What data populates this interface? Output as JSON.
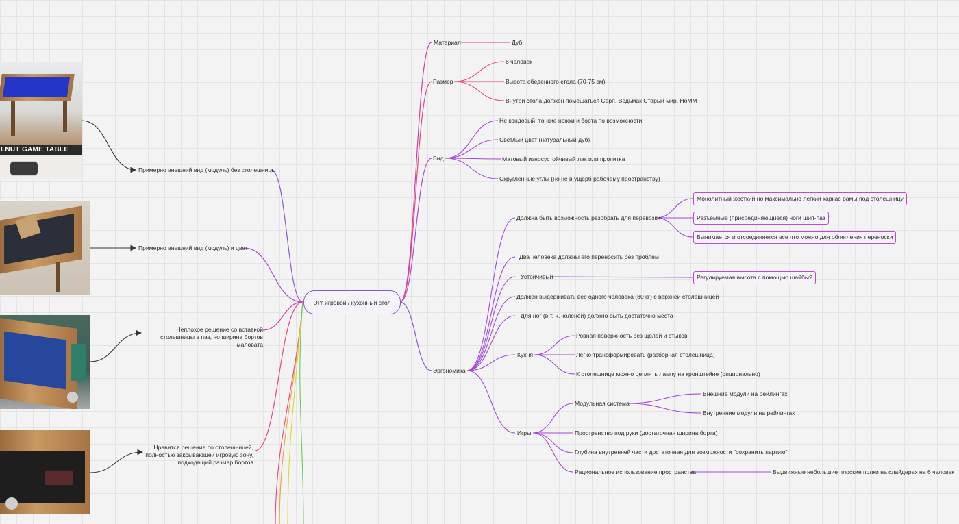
{
  "mindmap": {
    "center": "DIY игровой / кухонный стол",
    "branches": {
      "material": {
        "label": "Материал",
        "value": "Дуб"
      },
      "size": {
        "label": "Размер",
        "items": [
          "6 человек",
          "Высота обеденного стола (70-75 см)",
          "Внутри стола должен помещаться Серп, Ведьмак Старый мир, HoMM"
        ]
      },
      "look": {
        "label": "Вид",
        "items": [
          "Не кондовый, тонкие ножки и борта по возможности",
          "Светлый цвет (натуральный дуб)",
          "Матовый износустойчивый лак или пропитка",
          "Скругленные углы (но не в ущерб рабочему пространству)"
        ]
      },
      "ergonomics": {
        "label": "Эргономика",
        "transport": {
          "label": "Должна быть возможность разобрать для перевозки",
          "notes": [
            "Монолитный жесткий но максимально легкий каркас рамы под столешницу",
            "Разъемные (присоединяющиеся) ноги шип-паз",
            "Вынимается и отсоединяется все что можно для облегчения переноски"
          ]
        },
        "two_people": "Два человека должны его переносить без проблем",
        "stable": {
          "label": "Устойчивый",
          "note": "Регулируемая высота с помощью шайбы?"
        },
        "weight": "Должен выдерживать вес одного человека (80 кг) с верхней столешницей",
        "legroom": "Для ног (в т. ч. коленей) должно быть достаточно места",
        "kitchen": {
          "label": "Кухня",
          "items": [
            "Ровная поверхность без щелей и стыков",
            "Легко трансформировать (разборная столешница)",
            "К столешнице можно цеплять лампу на кронштейне (опционально)"
          ]
        },
        "games": {
          "label": "Игры",
          "modular": {
            "label": "Модульная система",
            "items": [
              "Внешние модули на рейлингах",
              "Внутренние модули на рейлингах"
            ]
          },
          "hand_space": "Пространство под руки (достаточная ширина борта)",
          "depth": "Глубина внутренней части достаточная для возможности \"сохранить партию\"",
          "rational": {
            "label": "Рациональное использование пространства",
            "note": "Выдвижные небольшие плоские полки на слайдерах на 6 человек"
          }
        }
      }
    },
    "references": [
      {
        "text": "Примерно внешний вид (модуль) без столешницы",
        "caption": "LNUT GAME TABLE"
      },
      {
        "text": "Примерно внешний вид (модуль) и цвет"
      },
      {
        "text": "Неплохое решение со вставкой столешницы в паз, но ширина бортов маловата"
      },
      {
        "text": "Нравится решение со столешницей, полностью закрывающей игровую зону, подходящий размер бортов"
      }
    ]
  },
  "colors": {
    "magenta": "#d23aa8",
    "violet": "#a447d8",
    "purple": "#8a59c8",
    "pink": "#e0467c",
    "orange": "#f0a030",
    "yellow": "#d8d830",
    "green": "#6cc860",
    "connector": "#333333"
  }
}
